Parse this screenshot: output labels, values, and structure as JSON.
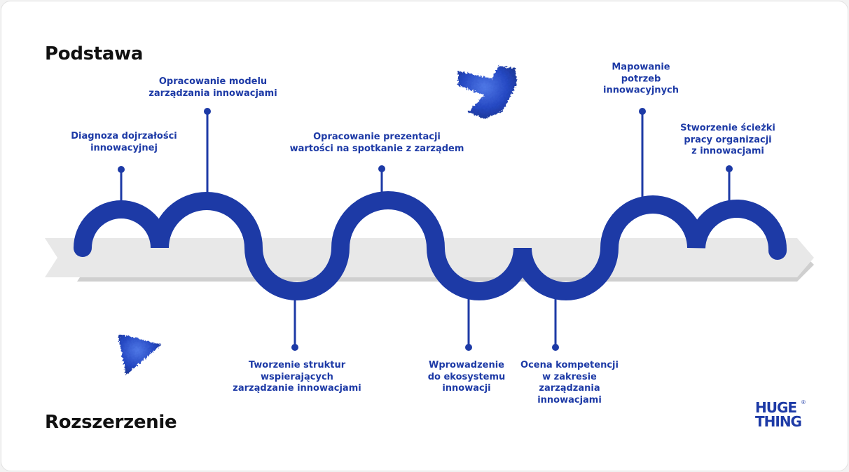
{
  "sections": {
    "top": "Podstawa",
    "bottom": "Rozszerzenie"
  },
  "milestones": [
    {
      "id": "diagnoza",
      "label": "Diagnoza dojrzałości\ninnowacyjnej",
      "side": "top"
    },
    {
      "id": "model",
      "label": "Opracowanie modelu\nzarządzania innowacjami",
      "side": "top"
    },
    {
      "id": "struktury",
      "label": "Tworzenie struktur\nwspierających\nzarządzanie innowacjami",
      "side": "bottom"
    },
    {
      "id": "prezentacja",
      "label": "Opracowanie prezentacji\nwartości na spotkanie z zarządem",
      "side": "top"
    },
    {
      "id": "ekosystem",
      "label": "Wprowadzenie\ndo ekosystemu\ninnowacji",
      "side": "bottom"
    },
    {
      "id": "kompetencje",
      "label": "Ocena kompetencji\nw zakresie\nzarządzania\ninnowacjami",
      "side": "bottom"
    },
    {
      "id": "mapowanie",
      "label": "Mapowanie\npotrzeb\ninnowacyjnych",
      "side": "top"
    },
    {
      "id": "sciezka",
      "label": "Stworzenie ścieżki\npracy organizacji\nz innowacjami",
      "side": "top"
    }
  ],
  "colors": {
    "accent": "#1d3aa6",
    "arrow": "#e8e8e8",
    "arrow_shadow": "#cfcfcf",
    "text": "#111111"
  },
  "decorations": [
    "fluffy-arrow-icon",
    "fluffy-triangle-icon"
  ],
  "logo": {
    "line1": "HUGE",
    "line2": "THING",
    "mark": "®"
  }
}
